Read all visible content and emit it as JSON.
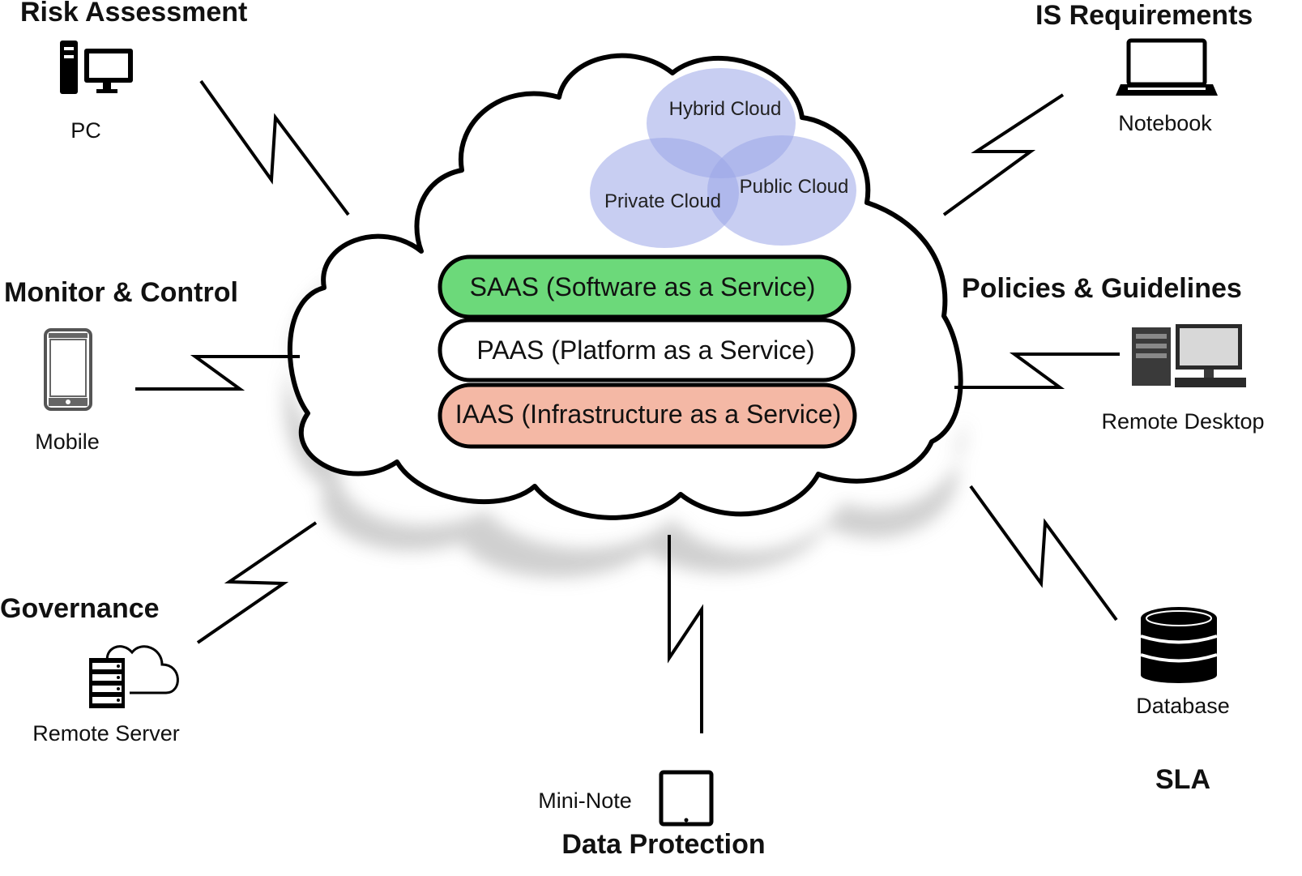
{
  "cloud": {
    "deployment_models": {
      "hybrid": "Hybrid Cloud",
      "private": "Private Cloud",
      "public": "Public Cloud",
      "circle_color": "#9aa6e8"
    },
    "service_layers": [
      {
        "label": "SAAS (Software as a Service)",
        "color": "#6cd97a"
      },
      {
        "label": "PAAS (Platform as a Service)",
        "color": "#ffffff"
      },
      {
        "label": "IAAS (Infrastructure as a Service)",
        "color": "#f4b8a5"
      }
    ]
  },
  "nodes": [
    {
      "heading": "Risk Assessment",
      "device": "PC",
      "icon": "pc-icon"
    },
    {
      "heading": "Monitor & Control",
      "device": "Mobile",
      "icon": "mobile-icon"
    },
    {
      "heading": "Governance",
      "device": "Remote Server",
      "icon": "remote-server-icon"
    },
    {
      "heading": "Data Protection",
      "device": "Mini-Note",
      "icon": "tablet-icon"
    },
    {
      "heading": "SLA",
      "device": "Database",
      "icon": "database-icon"
    },
    {
      "heading": "Policies & Guidelines",
      "device": "Remote Desktop",
      "icon": "desktop-icon"
    },
    {
      "heading": "IS Requirements",
      "device": "Notebook",
      "icon": "laptop-icon"
    }
  ]
}
